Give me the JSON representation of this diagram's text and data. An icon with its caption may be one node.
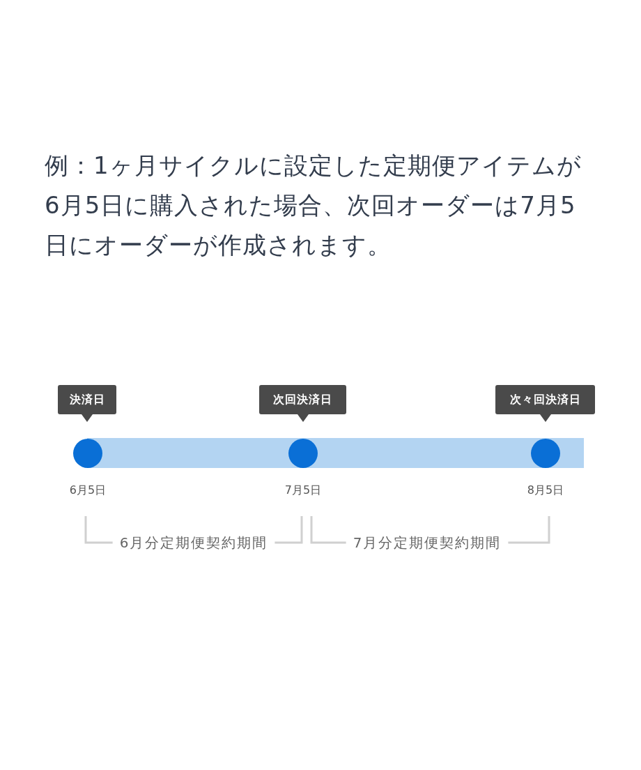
{
  "diagram": {
    "nodes": [
      {
        "text": [
          "決済日"
        ]
      },
      {
        "text": [
          "次回決済日"
        ]
      },
      {
        "text": [
          "次々回決済日"
        ]
      },
      {
        "text": [],
        "shape": "circle",
        "beside": [
          "6月5日"
        ]
      },
      {
        "text": [],
        "shape": "circle",
        "beside": [
          "7月5日"
        ]
      },
      {
        "text": [],
        "shape": "circle",
        "beside": [
          "8月5日"
        ]
      }
    ],
    "labels": [
      "例：1ヶ月サイクルに設定した定期便アイテムが6月5日に購入された場合、次回オーダーは7月5日にオーダーが作成されます。",
      "6月分定期便契約期間",
      "7月分定期便契約期間"
    ]
  }
}
